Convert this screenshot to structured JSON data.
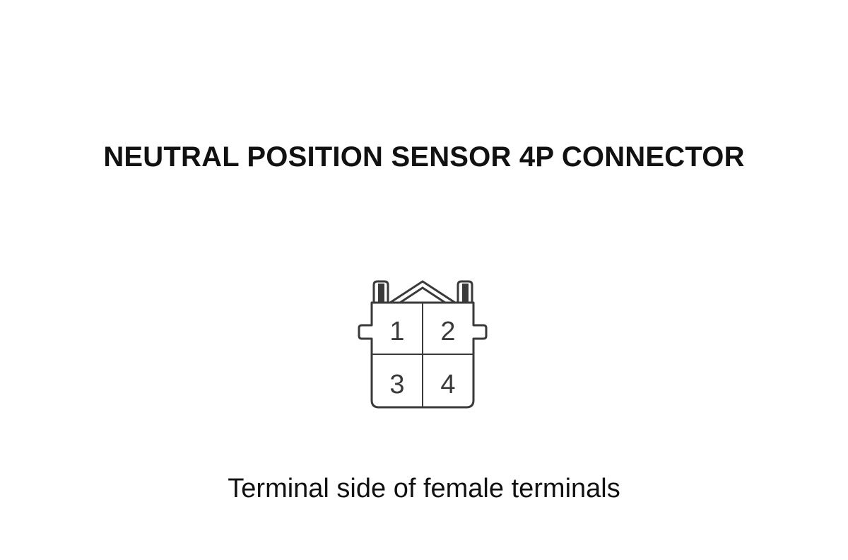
{
  "diagram": {
    "title": "NEUTRAL POSITION SENSOR 4P CONNECTOR",
    "caption": "Terminal side of female terminals",
    "terminals": [
      "1",
      "2",
      "3",
      "4"
    ],
    "stroke_color": "#3a3a3a",
    "background_color": "#ffffff"
  }
}
